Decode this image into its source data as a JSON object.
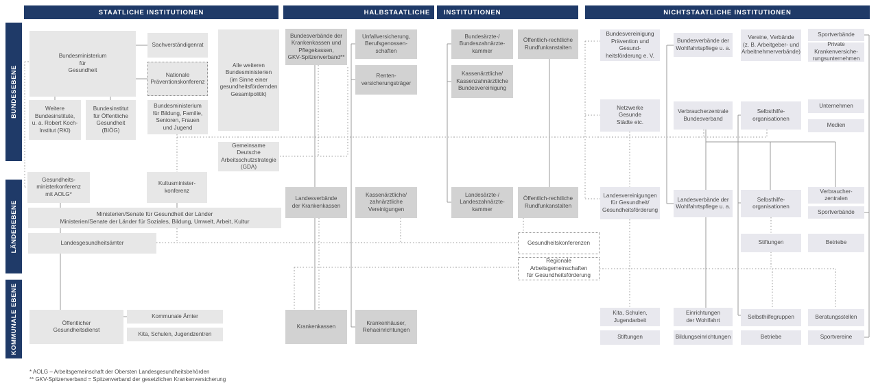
{
  "colors": {
    "navy": "#1f3a68",
    "box_light": "#e7e7e7",
    "box_mid": "#d2d2d2",
    "box_lavender": "#e8e8ee",
    "line_solid": "#999999",
    "line_dotted": "#9e9e9e",
    "text": "#4a4a4a"
  },
  "headers": {
    "staatliche": "STAATLICHE INSTITUTIONEN",
    "halbstaatliche_word1": "HALBSTAATLICHE",
    "halbstaatliche_word2": "INSTITUTIONEN",
    "nichtstaatliche": "NICHTSTAATLICHE INSTITUTIONEN"
  },
  "levels": {
    "bundesebene": "BUNDESEBENE",
    "laenderebene": "LÄNDEREBENE",
    "kommunale_ebene": "KOMMUNALE EBENE"
  },
  "boxes": {
    "bmg": "Bundesministerium\nfür\nGesundheit",
    "sachverstaendigenrat": "Sachverständigenrat",
    "nationale_praeventionskonferenz": "Nationale\nPräventionskonferenz",
    "alle_weiteren_bundesministerien": "Alle weiteren\nBundesministerien\n(im Sinne einer\ngesundheitsfördernden\nGesamtpolitik)",
    "weitere_bundesinstitute": "Weitere\nBundesinstitute,\nu. a. Robert Koch-\nInstitut (RKI)",
    "bundesinstitut_oeffentliche_gesundheit": "Bundesinstitut\nfür Öffentliche\nGesundheit\n(BIÖG)",
    "bundesministerium_bildung": "Bundesministerium\nfür Bildung, Familie,\nSenioren, Frauen\nund Jugend",
    "gda": "Gemeinsame Deutsche\nArbeitsschutzstrategie\n(GDA)",
    "gesundheitsministerkonferenz": "Gesundheits-\nministerkonferenz\nmit AOLG*",
    "kultusministerkonferenz": "Kultusminister-\nkonferenz",
    "ministerien_senate": "Ministerien/Senate für Gesundheit der Länder\nMinisterien/Senate der Länder für Soziales, Bildung, Umwelt, Arbeit, Kultur",
    "landesgesundheitsaemter": "Landesgesundheitsämter",
    "oeffentlicher_gesundheitsdienst": "Öffentlicher\nGesundheitsdienst",
    "kommunale_aemter": "Kommunale Ämter",
    "kita_schulen_jugendzentren": "Kita, Schulen, Jugendzentren",
    "bundesverbaende_krankenkassen": "Bundesverbände der\nKrankenkassen und\nPflegekassen,\nGKV-Spitzenverband**",
    "unfallversicherung": "Unfallversicherung,\nBerufsgenossen-\nschaften",
    "rentenversicherungstraeger": "Renten-\nversicherungsträger",
    "bundesaerztekammer": "Bundesärzte-/\nBundeszahnärzte-\nkammer",
    "kassenaerztliche_bundesvereinigung": "Kassenärztliche/\nKassenzahnärztliche\nBundesvereinigung",
    "rundfunk_bund": "Öffentlich-rechtliche\nRundfunkanstalten",
    "landesverbaende_krankenkassen": "Landesverbände\nder Krankenkassen",
    "kassenaerztliche_vereinigungen": "Kassenärztliche/\nzahnärztliche\nVereinigungen",
    "landesaerztekammer": "Landesärzte-/\nLandeszahnärzte-\nkammer",
    "rundfunk_laender": "Öffentlich-rechtliche\nRundfunkanstalten",
    "gesundheitskonferenzen": "Gesundheitskonferenzen",
    "regionale_arbeitsgemeinschaften": "Regionale Arbeitsgemeinschaften\nfür Gesundheitsförderung",
    "krankenkassen": "Krankenkassen",
    "krankenhaeuser": "Krankenhäuser,\nRehaeinrichtungen",
    "bundesvereinigung_praevention": "Bundesvereinigung\nPrävention und Gesund-\nheitsförderung e. V.",
    "bundesverbaende_wohlfahrtspflege": "Bundesverbände der\nWohlfahrtspflege u. a.",
    "vereine_verbaende": "Vereine, Verbände\n(z. B. Arbeitgeber- und\nArbeitnehmerverbände)",
    "sportverbaende_bund": "Sportverbände",
    "private_krankenversicherungen": "Private Krankenversiche-\nrungsunternehmen",
    "netzwerke_gesunde_staedte": "Netzwerke\nGesunde\nStädte etc.",
    "verbraucherzentrale_bundesverband": "Verbraucherzentrale\nBundesverband",
    "selbsthilfe_bund": "Selbsthilfe-\norganisationen",
    "unternehmen": "Unternehmen",
    "medien": "Medien",
    "landesvereinigungen_gesundheit": "Landesvereinigungen\nfür Gesundheit/\nGesundheitsförderung",
    "landesverbaende_wohlfahrtspflege": "Landesverbände der\nWohlfahrtspflege u. a.",
    "selbsthilfe_laender": "Selbsthilfe-\norganisationen",
    "verbraucherzentralen": "Verbraucher-\nzentralen",
    "sportverbaende_laender": "Sportverbände",
    "stiftungen_laender": "Stiftungen",
    "betriebe_laender": "Betriebe",
    "kita_schulen_jugendarbeit": "Kita, Schulen,\nJugendarbeit",
    "stiftungen_kommunal": "Stiftungen",
    "einrichtungen_wohlfahrt": "Einrichtungen\nder Wohlfahrt",
    "bildungseinrichtungen": "Bildungseinrichtungen",
    "selbsthilfegruppen": "Selbsthilfegruppen",
    "betriebe_kommunal": "Betriebe",
    "beratungsstellen": "Beratungsstellen",
    "sportvereine": "Sportvereine"
  },
  "footnotes": {
    "aolg": "* AOLG – Arbeitsgemeinschaft der Obersten Landesgesundheitsbehörden",
    "gkv": "** GKV-Spitzenverband = Spitzenverband der gesetzlichen Krankenversicherung"
  }
}
